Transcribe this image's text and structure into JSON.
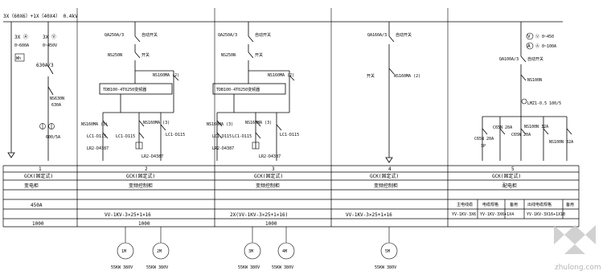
{
  "header": {
    "busbar": "3X（60X6）+1X（40X4） 0.4kV"
  },
  "col1": {
    "ammeter": "3X Ⓐ",
    "ammeter_range": "0~600A",
    "voltmeter": "3X Ⓥ",
    "voltmeter_range": "0~450V",
    "meter_box": "Wh",
    "switch": "630A/3",
    "breaker_1": "NS630N",
    "breaker_2": "630A",
    "ct": "600/5A"
  },
  "col2": {
    "breaker": "QA250A/3",
    "breaker_note": "自动开关",
    "switch": "NS250N",
    "switch_note": "开关",
    "module": "NS160MA (2)",
    "inverter": "TDB100-4T0250变频器",
    "left_breaker": "NS160MA (3)",
    "left_contactor": "LC1-D115",
    "left_relay": "LR2-D4387",
    "mid_breaker": "NS160MA (3)",
    "mid_contactor": "LC1-D115",
    "mid_relay": "LR2-D4387",
    "right_contactor": "LC1-D115"
  },
  "col3": {
    "breaker": "QA250A/3",
    "breaker_note": "自动开关",
    "switch": "NS250N",
    "switch_note": "开关",
    "module": "NS160MA (2)",
    "inverter": "TDB100-4T0250变频器",
    "left_breaker": "NS160MA (3)",
    "left_contactor": "LC1-D115",
    "left_relay": "LR2-D4387",
    "mid_breaker": "NS160MA (3)",
    "mid_contactor": "LC1-D115",
    "mid_relay": "LR2-D4387",
    "right_contactor": "LC1-D115"
  },
  "col4": {
    "breaker": "QA160A/3",
    "breaker_note": "自动开关",
    "switch_note": "开关",
    "module": "NS160MA (2)"
  },
  "col5": {
    "voltmeter": "Ⓥ 0~450",
    "ammeter": "Ⓐ 0~100A",
    "breaker": "QA100A/3",
    "breaker_note": "自动开关",
    "switch": "NS100N",
    "ct": "LMZ1-0.5 100/5",
    "b1": "C65N 20A",
    "b1_sub": "3P",
    "b2": "C65N 20A",
    "b3": "C65N 20A",
    "b4": "NS100N 32A",
    "b5": "NS100N 32A"
  },
  "table": {
    "row_numbers": [
      "1",
      "2",
      "3",
      "4",
      "5"
    ],
    "panel_type": [
      "GCK(固定式)",
      "GCK(固定式)",
      "GCK(固定式)",
      "GCK(固定式)",
      "GCK(固定式)"
    ],
    "usage": [
      "变电柜",
      "变频控制柜",
      "变频控制柜",
      "变频控制柜",
      "配电柜"
    ],
    "current_1": "450A",
    "cables": [
      "VV-1KV-3×25+1×16",
      "2X(VV-1KV-3×25+1×16)",
      "VV-1KV-3×25+1×16"
    ],
    "widths": [
      "1000",
      "1000",
      "1000"
    ],
    "sub_headers": [
      "主电线缆",
      "电缆规格",
      "备用",
      "出线电缆规格",
      "备用"
    ],
    "sub_values": [
      "YV-1KV-3X6",
      "YV-1KV-3X6+1X4",
      "YV-1KV-3X16+1X10"
    ]
  },
  "motors": [
    {
      "id": "1M",
      "label": "55KW 380V"
    },
    {
      "id": "2M",
      "label": "55KW 380V"
    },
    {
      "id": "3M",
      "label": "55KW 380V"
    },
    {
      "id": "4M",
      "label": "55KW 380V"
    },
    {
      "id": "5M",
      "label": "55KW 380V"
    }
  ],
  "watermark": {
    "text": "zhulong.com"
  }
}
